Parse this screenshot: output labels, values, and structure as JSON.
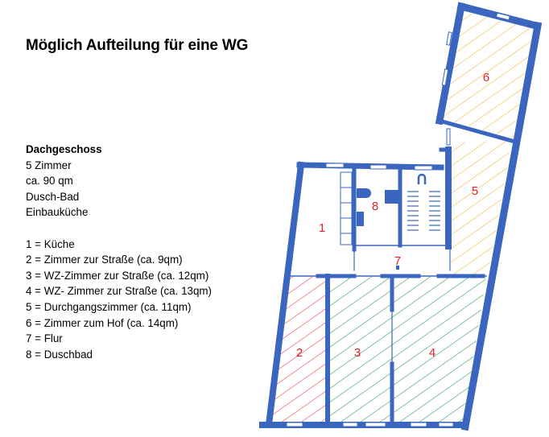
{
  "title": "Möglich Aufteilung für eine WG",
  "summary": {
    "heading": "Dachgeschoss",
    "lines": [
      "5 Zimmer",
      "ca. 90 qm",
      "Dusch-Bad",
      "Einbauküche"
    ]
  },
  "legend": [
    "1 = Küche",
    "2 = Zimmer zur Straße (ca. 9qm)",
    "3 = WZ-Zimmer zur Straße (ca. 12qm)",
    "4 = WZ- Zimmer zur Straße (ca. 13qm)",
    "5 = Durchgangszimmer (ca. 11qm)",
    "6 = Zimmer zum Hof (ca. 14qm)",
    "7 = Flur",
    "8 = Duschbad"
  ],
  "rooms": [
    "1",
    "2",
    "3",
    "4",
    "5",
    "6",
    "7",
    "8"
  ],
  "colors": {
    "wall": "#3a66bf",
    "label": "#e8202a",
    "red_hatch": "#e8404a",
    "green_hatch": "#2e9a5a",
    "orange_hatch": "#f0b840"
  }
}
